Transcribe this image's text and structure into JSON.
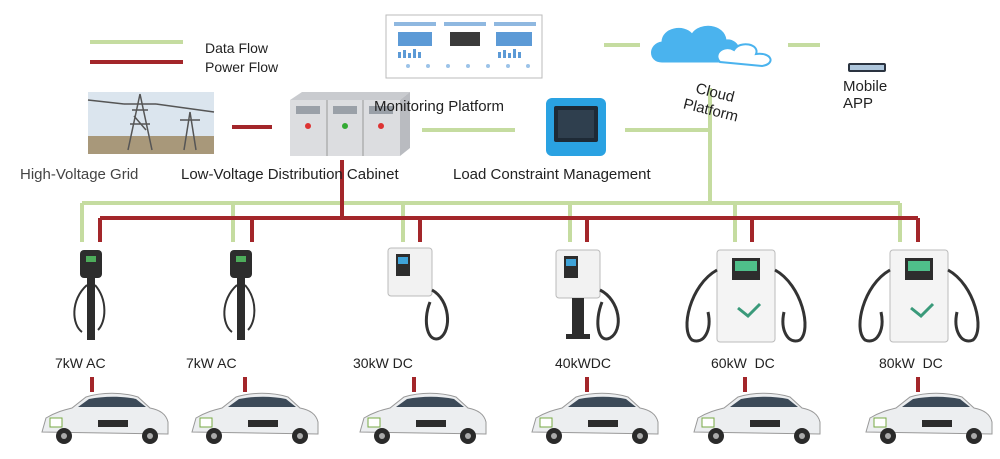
{
  "legend": {
    "data_flow": "Data Flow",
    "power_flow": "Power Flow",
    "colors": {
      "data": "#c5dca0",
      "power": "#a3262a"
    }
  },
  "nodes": {
    "monitoring": "Monitoring Platform",
    "cloud_line1": "Cloud",
    "cloud_line2": "Platform",
    "mobile_line1": "Mobile",
    "mobile_line2": "APP",
    "grid": "High-Voltage Grid",
    "cabinet": "Low-Voltage Distribution Cabinet",
    "load": "Load Constraint Management"
  },
  "chargers": [
    {
      "label": "7kW AC",
      "kind": "ac-pole"
    },
    {
      "label": "7kW AC",
      "kind": "ac-pole"
    },
    {
      "label": "30kW DC",
      "kind": "wall-dc"
    },
    {
      "label": "40kWDC",
      "kind": "pedestal-dc"
    },
    {
      "label": "60kW  DC",
      "kind": "cabinet-dc"
    },
    {
      "label": "80kW  DC",
      "kind": "cabinet-dc"
    }
  ]
}
